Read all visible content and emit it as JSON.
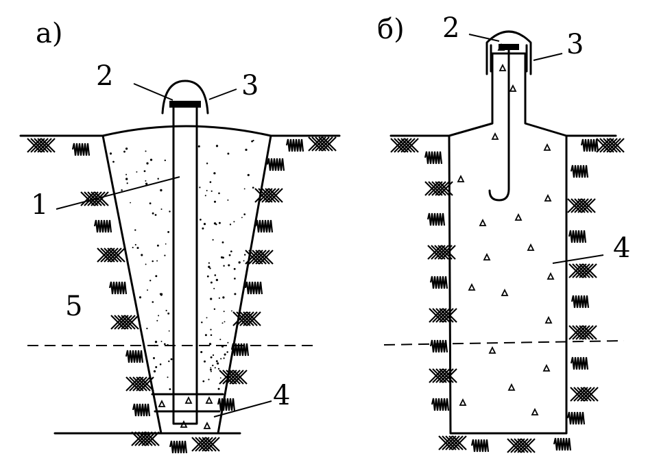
{
  "figure": {
    "panel_a": {
      "label": "а)",
      "callouts": [
        "1",
        "2",
        "3",
        "4",
        "5"
      ]
    },
    "panel_b": {
      "label": "б)",
      "callouts": [
        "2",
        "3",
        "4"
      ]
    }
  },
  "colors": {
    "ink": "#000000",
    "paper": "#ffffff"
  }
}
